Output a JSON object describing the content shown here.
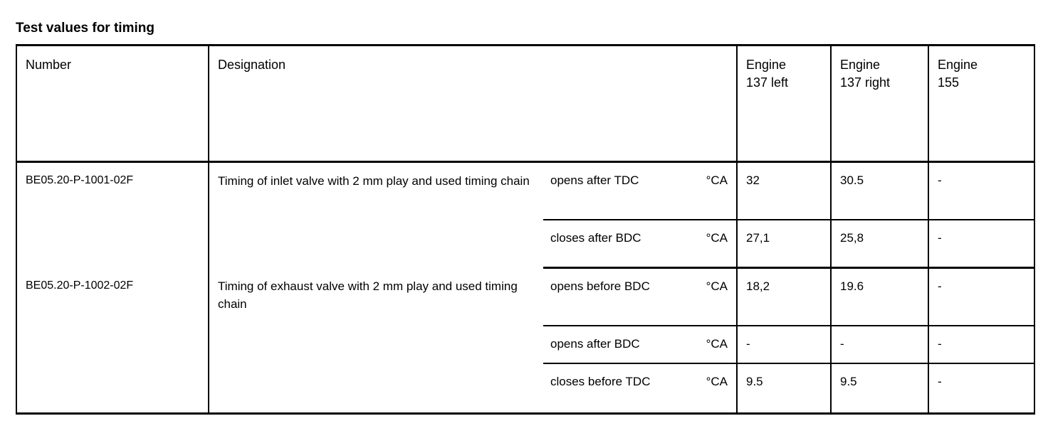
{
  "document": {
    "title": "Test values for timing"
  },
  "table": {
    "columns": [
      {
        "key": "number",
        "label": "Number"
      },
      {
        "key": "designation",
        "label": "Designation"
      },
      {
        "key": "condition",
        "label": ""
      },
      {
        "key": "unit",
        "label": ""
      },
      {
        "key": "engine_137_left",
        "label_line1": "Engine",
        "label_line2": "137 left"
      },
      {
        "key": "engine_137_right",
        "label_line1": "Engine",
        "label_line2": "137 right"
      },
      {
        "key": "engine_155",
        "label_line1": "Engine",
        "label_line2": "155"
      }
    ],
    "header": {
      "number": "Number",
      "designation": "Designation",
      "engine_137_left_l1": "Engine",
      "engine_137_left_l2": "137 left",
      "engine_137_right_l1": "Engine",
      "engine_137_right_l2": "137 right",
      "engine_155_l1": "Engine",
      "engine_155_l2": "155"
    },
    "groups": [
      {
        "number": "BE05.20-P-1001-02F",
        "designation": "Timing of inlet valve with 2 mm play and used timing chain",
        "rows": [
          {
            "condition": "opens after TDC",
            "unit": "°CA",
            "engine_137_left": "32",
            "engine_137_right": "30.5",
            "engine_155": "-"
          },
          {
            "condition": "closes after BDC",
            "unit": "°CA",
            "engine_137_left": "27,1",
            "engine_137_right": "25,8",
            "engine_155": "-"
          }
        ]
      },
      {
        "number": "BE05.20-P-1002-02F",
        "designation": "Timing of exhaust valve with 2 mm play and used timing chain",
        "rows": [
          {
            "condition": "opens before BDC",
            "unit": "°CA",
            "engine_137_left": "18,2",
            "engine_137_right": "19.6",
            "engine_155": "-"
          },
          {
            "condition": "opens after BDC",
            "unit": "°CA",
            "engine_137_left": "-",
            "engine_137_right": "-",
            "engine_155": "-"
          },
          {
            "condition": "closes before TDC",
            "unit": "°CA",
            "engine_137_left": "9.5",
            "engine_137_right": "9.5",
            "engine_155": "-"
          }
        ]
      }
    ]
  },
  "colors": {
    "text": "#000000",
    "background": "#ffffff",
    "rule": "#000000"
  }
}
